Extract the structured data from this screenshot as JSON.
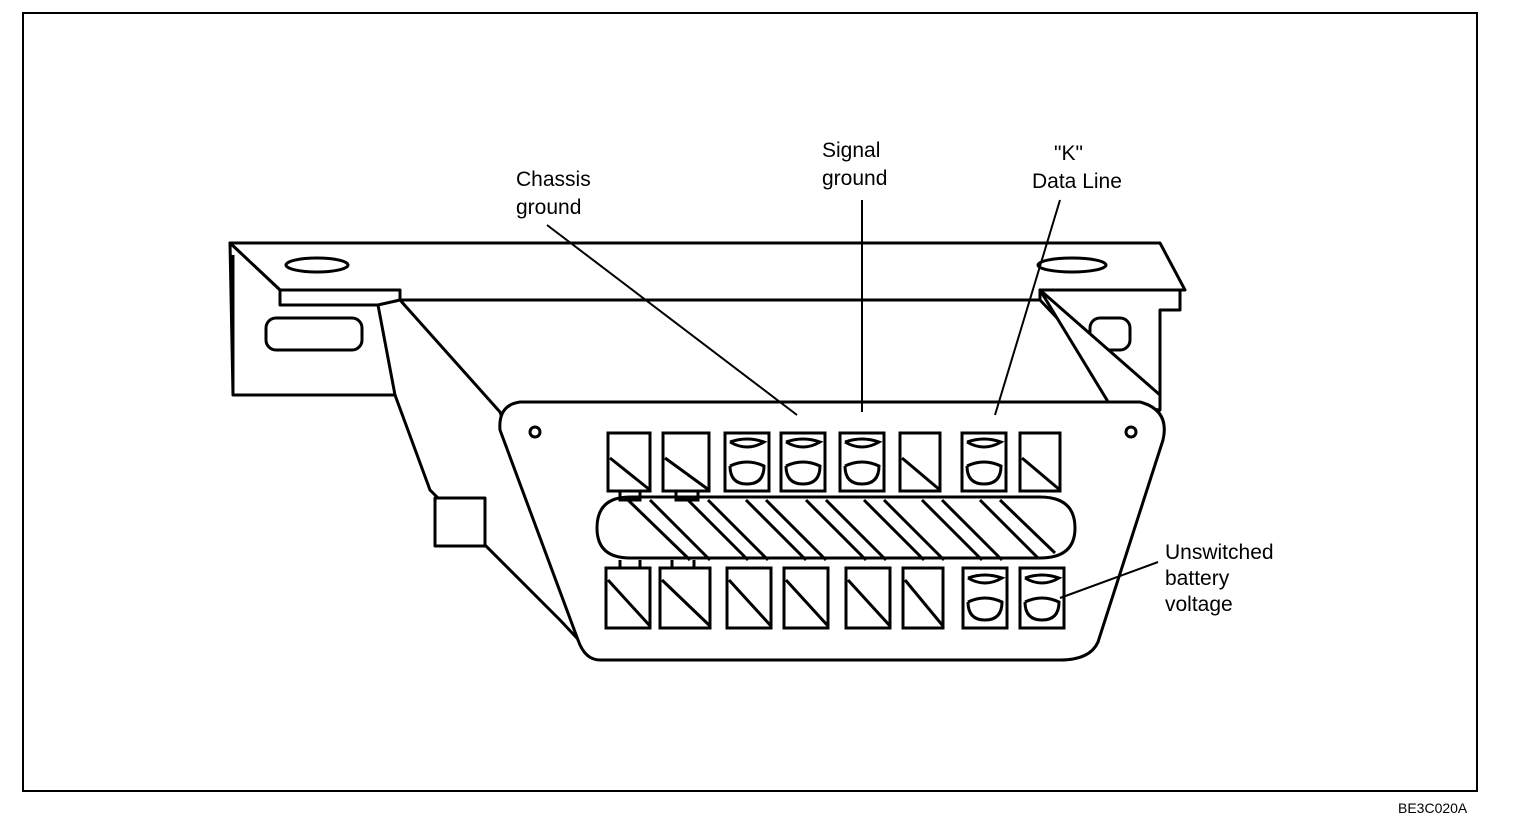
{
  "labels": {
    "chassis_ground": [
      "Chassis",
      "ground"
    ],
    "signal_ground": [
      "Signal",
      "ground"
    ],
    "k_data_line": [
      "\"K\"",
      "Data Line"
    ],
    "unswitched_battery": [
      "Unswitched",
      "battery",
      "voltage"
    ]
  },
  "figure_code": "BE3C020A",
  "connector": {
    "top_row_pins": 8,
    "bottom_row_pins": 8,
    "populated_top_pins": [
      3,
      4,
      5,
      7
    ],
    "populated_bottom_pins": [
      7,
      8
    ]
  }
}
